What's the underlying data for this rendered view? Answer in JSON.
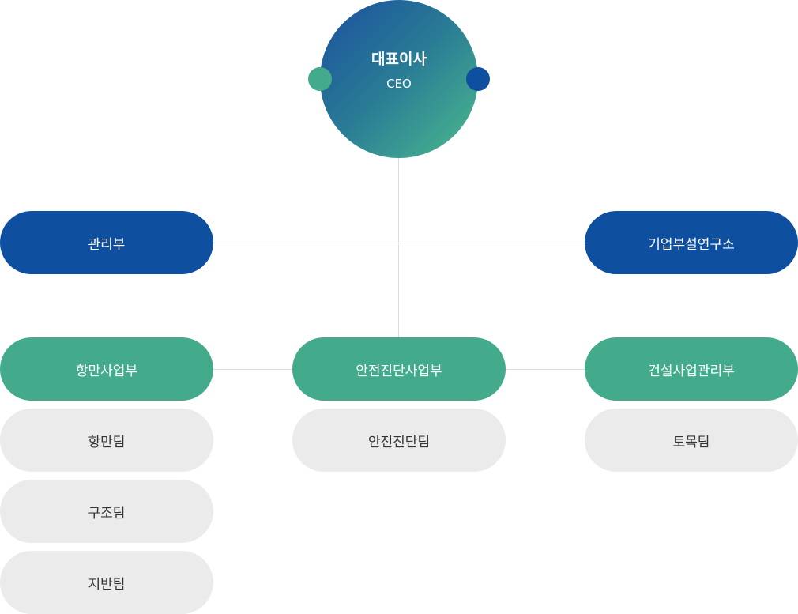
{
  "ceo": {
    "title": "대표이사",
    "subtitle": "CEO"
  },
  "support": [
    {
      "label": "관리부"
    },
    {
      "label": "기업부설연구소"
    }
  ],
  "divisions": [
    {
      "label": "항만사업부",
      "teams": [
        "항만팀",
        "구조팀",
        "지반팀"
      ]
    },
    {
      "label": "안전진단사업부",
      "teams": [
        "안전진단팀"
      ]
    },
    {
      "label": "건설사업관리부",
      "teams": [
        "토목팀"
      ]
    }
  ],
  "colors": {
    "blue": "#0e4fa0",
    "green": "#44aa8c",
    "gray": "#ebebeb",
    "line": "#dcdcdc",
    "gradient_start": "#1a4f9e",
    "gradient_end": "#4cbb8c"
  }
}
